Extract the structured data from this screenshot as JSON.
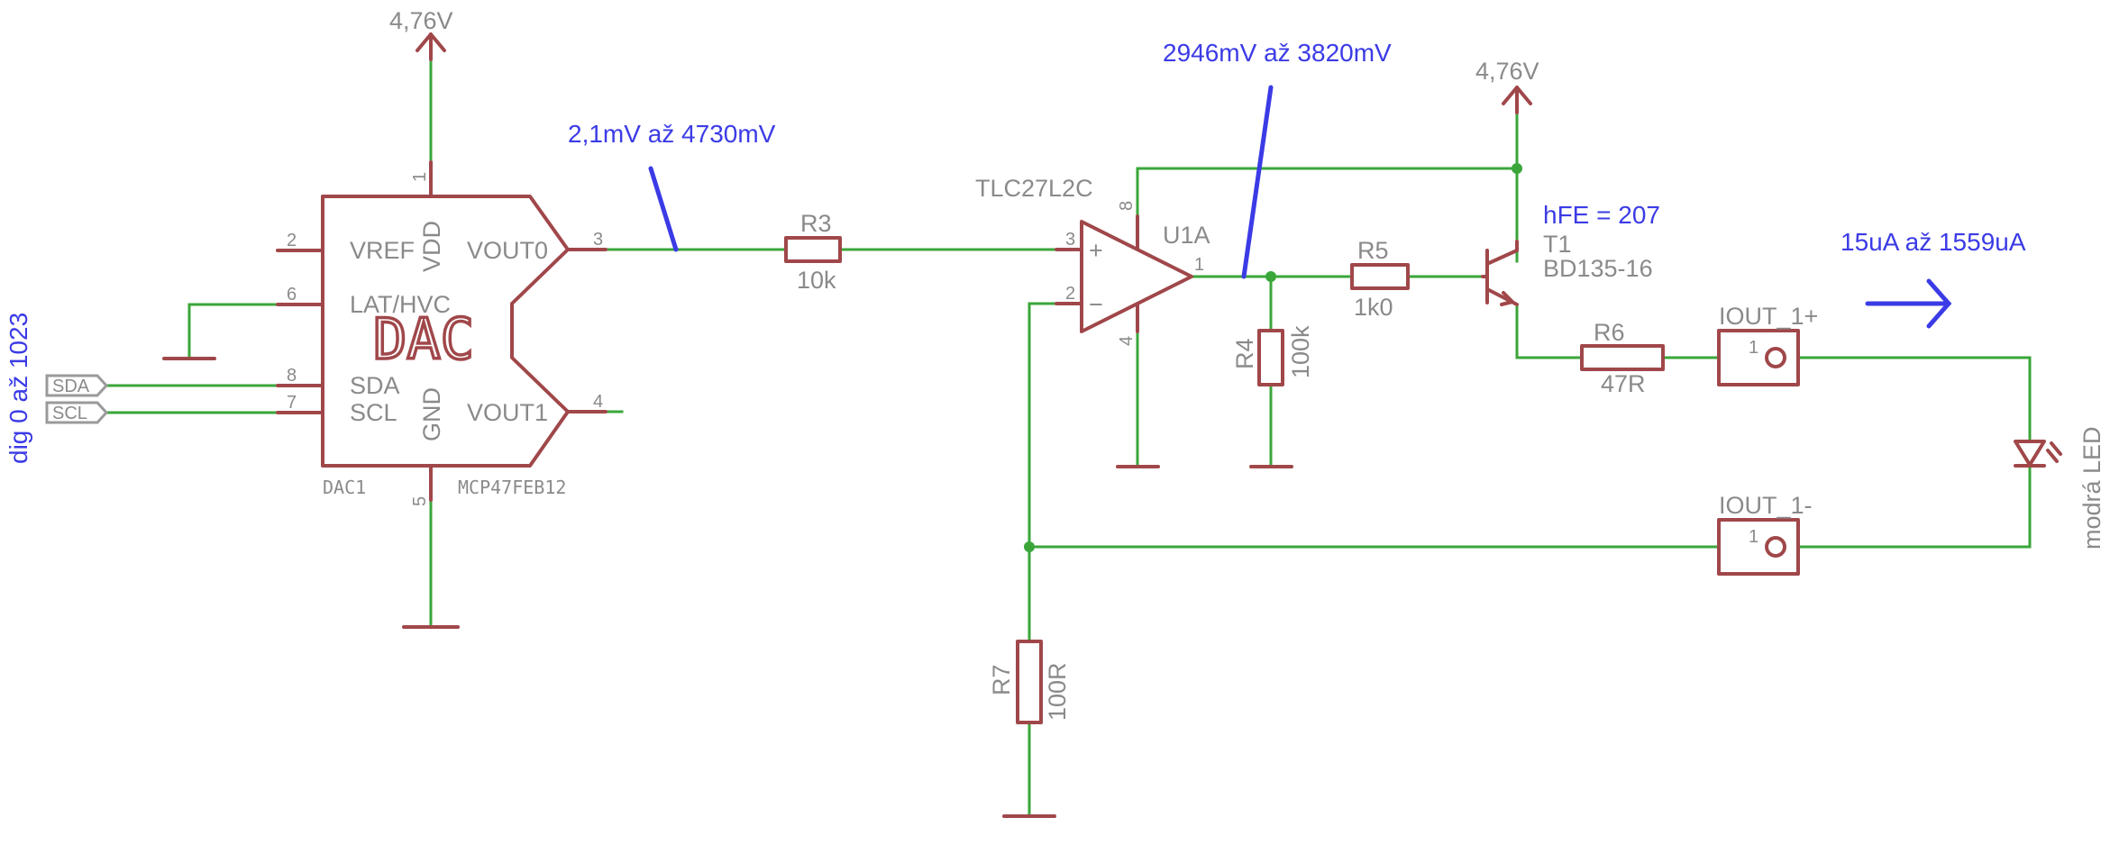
{
  "annotations": {
    "dac_out_range": "2,1mV až 4730mV",
    "opamp_out_range": "2946mV až 3820mV",
    "current_range": "15uA až 1559uA",
    "digital_range": "dig 0 až 1023",
    "hfe": "hFE = 207"
  },
  "supply": {
    "dac_vdd": "4,76V",
    "collector": "4,76V"
  },
  "dac": {
    "title": "DAC",
    "name": "DAC1",
    "value": "MCP47FEB12",
    "pins": {
      "vref": "VREF",
      "lat": "LAT/HVC",
      "sda": "SDA",
      "scl": "SCL",
      "vdd": "VDD",
      "gnd": "GND",
      "vout0": "VOUT0",
      "vout1": "VOUT1",
      "p1": "1",
      "p2": "2",
      "p6": "6",
      "p8": "8",
      "p7": "7",
      "p3": "3",
      "p4": "4",
      "p5": "5"
    }
  },
  "ports": {
    "sda": "SDA",
    "scl": "SCL"
  },
  "r3": {
    "name": "R3",
    "value": "10k"
  },
  "opamp": {
    "name": "U1A",
    "value": "TLC27L2C",
    "plus": "+",
    "minus": "−",
    "p3": "3",
    "p2": "2",
    "p8": "8",
    "p4": "4",
    "p1": "1"
  },
  "r4": {
    "name": "R4",
    "value": "100k"
  },
  "r5": {
    "name": "R5",
    "value": "1k0"
  },
  "t1": {
    "name": "T1",
    "value": "BD135-16"
  },
  "r6": {
    "name": "R6",
    "value": "47R"
  },
  "r7": {
    "name": "R7",
    "value": "100R"
  },
  "iout_plus": {
    "name": "IOUT_1+",
    "pin": "1"
  },
  "iout_minus": {
    "name": "IOUT_1-",
    "pin": "1"
  },
  "led": {
    "label": "modrá LED"
  },
  "colors": {
    "wire": "#3aa63a",
    "symbol": "#a0474a",
    "text": "#8a8a8a",
    "annotation": "#3b3be6"
  }
}
